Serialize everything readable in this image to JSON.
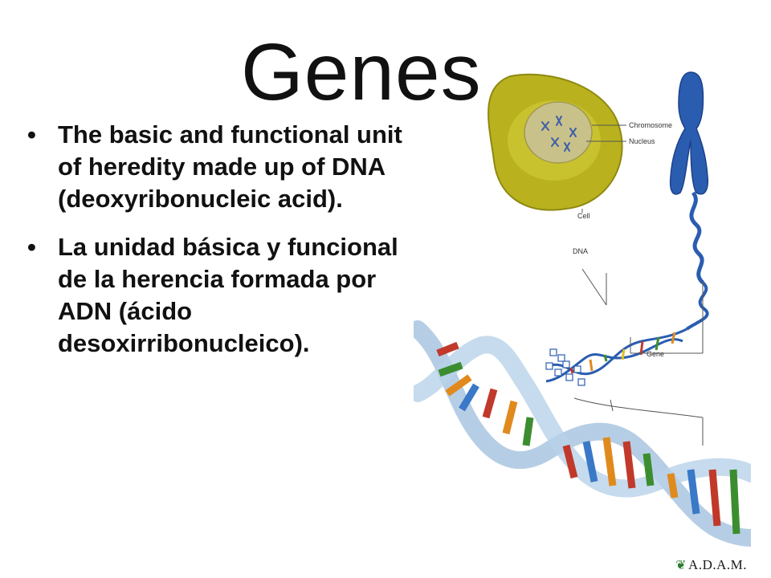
{
  "slide": {
    "title": "Genes",
    "bullets": [
      "The basic and functional unit of heredity made up of DNA (deoxyribonucleic acid).",
      " La unidad básica y funcional de la herencia formada por ADN (ácido desoxirribonucleico)."
    ],
    "bullet_glyph": "•"
  },
  "figure": {
    "labels": {
      "chromosome": "Chromosome",
      "nucleus": "Nucleus",
      "cell": "Cell",
      "dna": "DNA",
      "gene": "Gene"
    },
    "colors": {
      "cell_body": "#b9b21e",
      "nucleus": "#c9c18a",
      "chromosome": "#2a5db0",
      "helix_glass": "#a9c6e0",
      "base_red": "#c0392b",
      "base_green": "#3c8d2f",
      "base_orange": "#e08a1e",
      "base_blue": "#3a78c8"
    }
  },
  "logo": {
    "text": "A.D.A.M.",
    "icon": "leaf-icon"
  }
}
